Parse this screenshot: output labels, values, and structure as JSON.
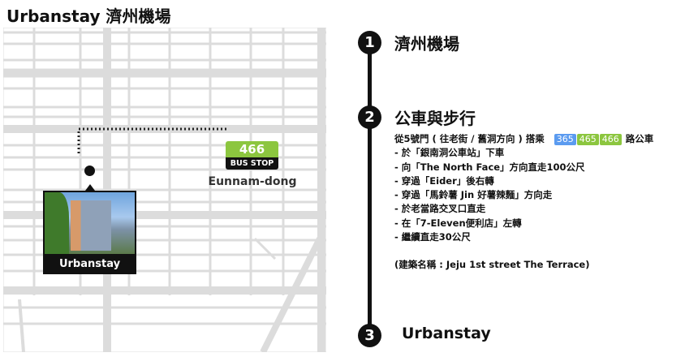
{
  "title": "Urbanstay 濟州機場",
  "map": {
    "bus_number": "466",
    "bus_stop_label": "BUS STOP",
    "bus_stop_name": "Eunnam-dong",
    "hotel_label": "Urbanstay"
  },
  "steps": [
    {
      "num": "1",
      "title": "濟州機場"
    },
    {
      "num": "2",
      "title": "公車與步行"
    },
    {
      "num": "3",
      "title": "Urbanstay"
    }
  ],
  "bus_line": {
    "prefix": "從5號門 ( 往老街 / 舊洞方向 ) 搭乘",
    "routes": [
      {
        "n": "365",
        "color": "#5b9bf0"
      },
      {
        "n": "465",
        "color": "#8cc63f"
      },
      {
        "n": "466",
        "color": "#8cc63f"
      }
    ],
    "suffix": "路公車"
  },
  "directions": [
    "- 於「銀南洞公車站」下車",
    "- 向「The North Face」方向直走100公尺",
    "- 穿過「Eider」後右轉",
    "- 穿過「馬鈴薯 Jin 好薯辣麵」方向走",
    "- 於老當路交叉口直走",
    "- 在「7-Eleven便利店」左轉",
    "- 繼續直走30公尺"
  ],
  "building_name": "(建築名稱 : Jeju 1st street The Terrace)"
}
